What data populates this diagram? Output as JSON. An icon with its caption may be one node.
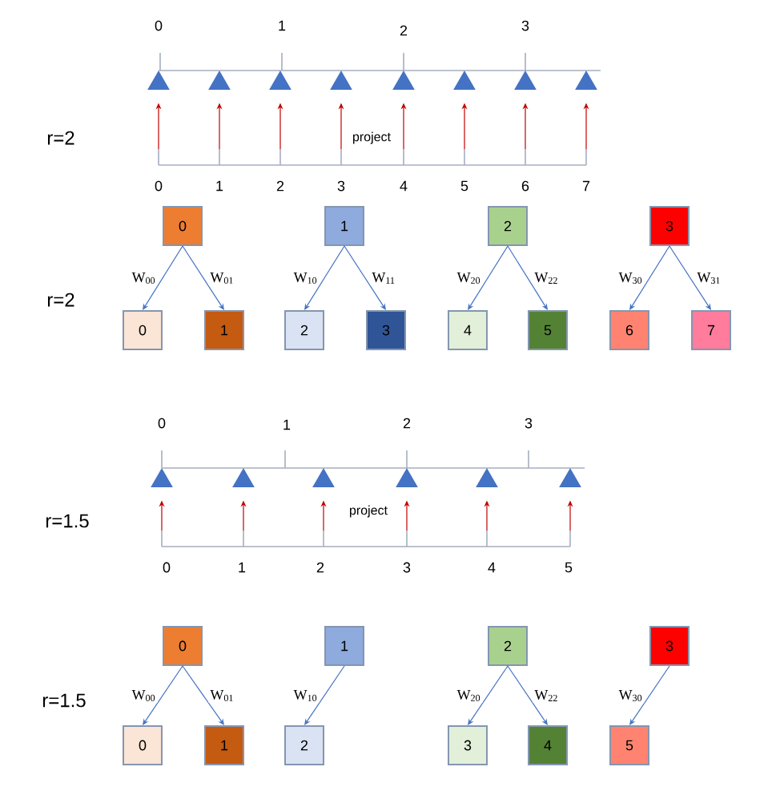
{
  "diagram": {
    "nodes": [
      {
        "text": [],
        "shape": "triangle"
      },
      {
        "text": [],
        "shape": "triangle"
      },
      {
        "text": [],
        "shape": "triangle"
      },
      {
        "text": [],
        "shape": "triangle"
      },
      {
        "text": [],
        "shape": "triangle"
      },
      {
        "text": [],
        "shape": "triangle"
      },
      {
        "text": [],
        "shape": "triangle"
      },
      {
        "text": [],
        "shape": "triangle"
      },
      {
        "text": [
          "0"
        ]
      },
      {
        "text": [
          "1"
        ]
      },
      {
        "text": [
          "2"
        ]
      },
      {
        "text": [
          "3"
        ]
      },
      {
        "text": [
          "0"
        ]
      },
      {
        "text": [
          "1"
        ]
      },
      {
        "text": [
          "2"
        ]
      },
      {
        "text": [
          "3"
        ]
      },
      {
        "text": [
          "4"
        ]
      },
      {
        "text": [
          "5"
        ]
      },
      {
        "text": [
          "6"
        ]
      },
      {
        "text": [
          "7"
        ]
      },
      {
        "text": [],
        "shape": "triangle"
      },
      {
        "text": [],
        "shape": "triangle"
      },
      {
        "text": [],
        "shape": "triangle"
      },
      {
        "text": [],
        "shape": "triangle"
      },
      {
        "text": [],
        "shape": "triangle"
      },
      {
        "text": [],
        "shape": "triangle"
      },
      {
        "text": [
          "0"
        ]
      },
      {
        "text": [
          "1"
        ]
      },
      {
        "text": [
          "2"
        ]
      },
      {
        "text": [
          "3"
        ]
      },
      {
        "text": [
          "0"
        ]
      },
      {
        "text": [
          "1"
        ]
      },
      {
        "text": [
          "2"
        ]
      },
      {
        "text": [
          "3"
        ]
      },
      {
        "text": [
          "4"
        ]
      },
      {
        "text": [
          "5"
        ]
      }
    ],
    "edges": [
      {
        "from": null,
        "to": 0,
        "arrow": "to",
        "color": "#c00000"
      },
      {
        "from": null,
        "to": 1,
        "arrow": "to",
        "color": "#c00000"
      },
      {
        "from": null,
        "to": 2,
        "arrow": "to",
        "color": "#c00000"
      },
      {
        "from": null,
        "to": 3,
        "arrow": "to",
        "color": "#c00000"
      },
      {
        "from": null,
        "to": 4,
        "arrow": "to",
        "color": "#c00000"
      },
      {
        "from": null,
        "to": 5,
        "arrow": "to",
        "color": "#c00000"
      },
      {
        "from": null,
        "to": 6,
        "arrow": "to",
        "color": "#c00000"
      },
      {
        "from": null,
        "to": 7,
        "arrow": "to",
        "color": "#c00000"
      },
      {
        "from": 8,
        "to": 12,
        "arrow": "to",
        "label": "W$_{00}$",
        "color": "#4472c4"
      },
      {
        "from": 8,
        "to": 13,
        "arrow": "to",
        "label": "W$_{01}$",
        "color": "#4472c4"
      },
      {
        "from": 9,
        "to": 14,
        "arrow": "to",
        "label": "W$_{10}$",
        "color": "#4472c4"
      },
      {
        "from": 9,
        "to": 15,
        "arrow": "to",
        "label": "W$_{11}$",
        "color": "#4472c4"
      },
      {
        "from": 10,
        "to": 16,
        "arrow": "to",
        "label": "W$_{20}$",
        "color": "#4472c4"
      },
      {
        "from": 10,
        "to": 17,
        "arrow": "to",
        "label": "W$_{22}$",
        "color": "#4472c4"
      },
      {
        "from": 11,
        "to": 18,
        "arrow": "to",
        "label": "W$_{30}$",
        "color": "#4472c4"
      },
      {
        "from": 11,
        "to": 19,
        "arrow": "to",
        "label": "W$_{31}$",
        "color": "#4472c4"
      },
      {
        "from": null,
        "to": 20,
        "arrow": "to",
        "color": "#c00000"
      },
      {
        "from": null,
        "to": 21,
        "arrow": "to",
        "color": "#c00000"
      },
      {
        "from": null,
        "to": 22,
        "arrow": "to",
        "color": "#c00000"
      },
      {
        "from": null,
        "to": 23,
        "arrow": "to",
        "color": "#c00000"
      },
      {
        "from": null,
        "to": 24,
        "arrow": "to",
        "color": "#c00000"
      },
      {
        "from": null,
        "to": 25,
        "arrow": "to",
        "color": "#c00000"
      },
      {
        "from": 26,
        "to": 30,
        "arrow": "to",
        "label": "W$_{00}$",
        "color": "#4472c4"
      },
      {
        "from": 26,
        "to": 31,
        "arrow": "to",
        "label": "W$_{01}$",
        "color": "#4472c4"
      },
      {
        "from": 27,
        "to": 32,
        "arrow": "to",
        "label": "W$_{10}$",
        "color": "#4472c4"
      },
      {
        "from": 28,
        "to": 33,
        "arrow": "to",
        "label": "W$_{20}$",
        "color": "#4472c4"
      },
      {
        "from": 28,
        "to": 34,
        "arrow": "to",
        "label": "W$_{22}$",
        "color": "#4472c4"
      },
      {
        "from": 29,
        "to": 35,
        "arrow": "to",
        "label": "W$_{30}$",
        "color": "#4472c4"
      }
    ],
    "labels": [
      "0",
      "1",
      "2",
      "3",
      "r=2",
      "project",
      "0",
      "1",
      "2",
      "3",
      "4",
      "5",
      "6",
      "7",
      "r=2",
      "0",
      "1",
      "2",
      "3",
      "r=1.5",
      "project",
      "0",
      "1",
      "2",
      "3",
      "4",
      "5",
      "r=1.5"
    ]
  }
}
